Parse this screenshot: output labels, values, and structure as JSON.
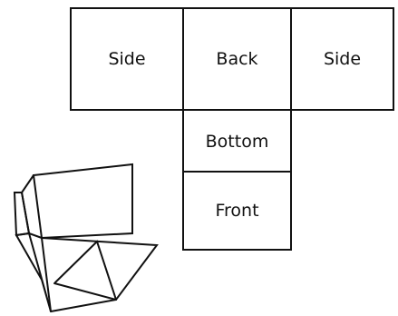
{
  "net": {
    "side_left_label": "Side",
    "back_label": "Back",
    "side_right_label": "Side",
    "bottom_label": "Bottom",
    "front_label": "Front"
  }
}
